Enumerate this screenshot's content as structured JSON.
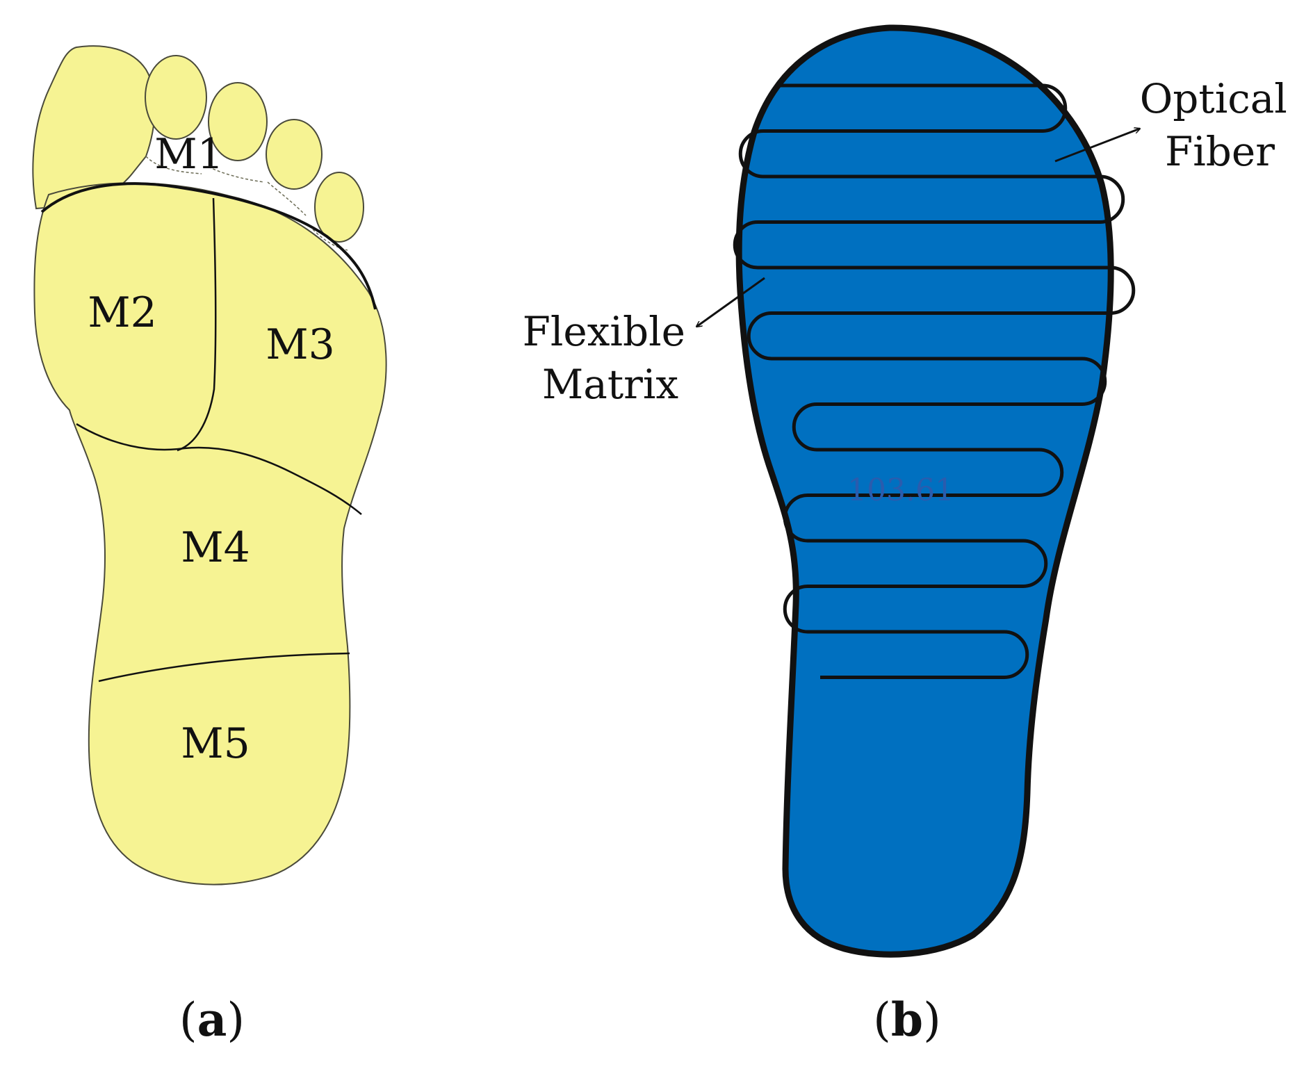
{
  "panel_a": {
    "label_open": "(",
    "label_letter": "a",
    "label_close": ")",
    "regions": [
      "M1",
      "M2",
      "M3",
      "M4",
      "M5"
    ]
  },
  "panel_b": {
    "label_open": "(",
    "label_letter": "b",
    "label_close": ")",
    "callouts": {
      "optical_fiber": [
        "Optical",
        "Fiber"
      ],
      "flexible_matrix": [
        "Flexible",
        "Matrix"
      ]
    },
    "watermark": "103.61"
  },
  "colors": {
    "foot": "#f6f393",
    "insole": "#0070c0",
    "outline": "#111111",
    "watermark": "#2a5cae"
  }
}
